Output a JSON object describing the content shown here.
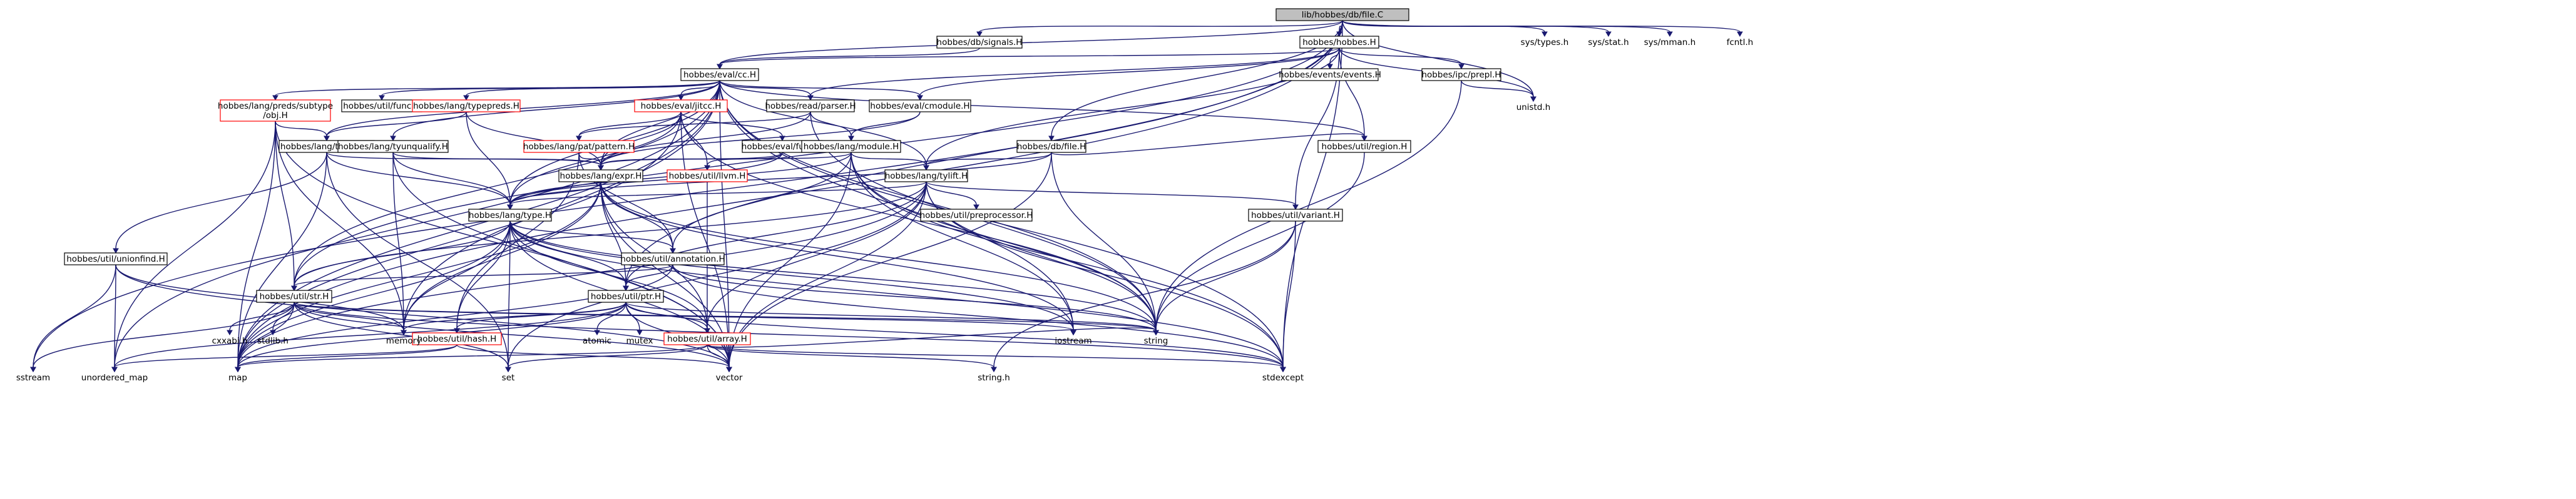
{
  "title": "lib/hobbes/db/file.C",
  "nodes": [
    {
      "id": "root",
      "label": "lib/hobbes/db/file.C",
      "style": "root"
    },
    {
      "id": "signals",
      "label": "hobbes/db/signals.H"
    },
    {
      "id": "hobbes",
      "label": "hobbes/hobbes.H"
    },
    {
      "id": "systypes",
      "label": "sys/types.h",
      "style": "plain"
    },
    {
      "id": "sysstat",
      "label": "sys/stat.h",
      "style": "plain"
    },
    {
      "id": "sysmman",
      "label": "sys/mman.h",
      "style": "plain"
    },
    {
      "id": "fcntl",
      "label": "fcntl.h",
      "style": "plain"
    },
    {
      "id": "evalcc",
      "label": "hobbes/eval/cc.H"
    },
    {
      "id": "eventsH",
      "label": "hobbes/events/events.H"
    },
    {
      "id": "ipcprepl",
      "label": "hobbes/ipc/prepl.H"
    },
    {
      "id": "unistd",
      "label": "unistd.h",
      "style": "plain"
    },
    {
      "id": "subtype",
      "label": "hobbes/lang/preds/subtype\n/obj.H",
      "style": "red"
    },
    {
      "id": "utilfunc",
      "label": "hobbes/util/func.H"
    },
    {
      "id": "typepreds",
      "label": "hobbes/lang/typepreds.H",
      "style": "red"
    },
    {
      "id": "jitcc",
      "label": "hobbes/eval/jitcc.H",
      "style": "red"
    },
    {
      "id": "readparser",
      "label": "hobbes/read/parser.H"
    },
    {
      "id": "cmodule",
      "label": "hobbes/eval/cmodule.H"
    },
    {
      "id": "typeinf",
      "label": "hobbes/lang/typeinf.H"
    },
    {
      "id": "tyunqualify",
      "label": "hobbes/lang/tyunqualify.H"
    },
    {
      "id": "patmatch",
      "label": "hobbes/lang/pat/pattern.H",
      "style": "red"
    },
    {
      "id": "evalfunc",
      "label": "hobbes/eval/func.H"
    },
    {
      "id": "langmodule",
      "label": "hobbes/lang/module.H"
    },
    {
      "id": "dbfile",
      "label": "hobbes/db/file.H"
    },
    {
      "id": "utilregion",
      "label": "hobbes/util/region.H"
    },
    {
      "id": "utilllvm",
      "label": "hobbes/util/llvm.H",
      "style": "red"
    },
    {
      "id": "langexpr",
      "label": "hobbes/lang/expr.H"
    },
    {
      "id": "tylift",
      "label": "hobbes/lang/tylift.H"
    },
    {
      "id": "langtype",
      "label": "hobbes/lang/type.H"
    },
    {
      "id": "preprocessor",
      "label": "hobbes/util/preprocessor.H"
    },
    {
      "id": "variant",
      "label": "hobbes/util/variant.H"
    },
    {
      "id": "unionfind",
      "label": "hobbes/util/unionfind.H"
    },
    {
      "id": "annotation",
      "label": "hobbes/util/annotation.H"
    },
    {
      "id": "utilstr",
      "label": "hobbes/util/str.H"
    },
    {
      "id": "utilptr",
      "label": "hobbes/util/ptr.H"
    },
    {
      "id": "cxxabi",
      "label": "cxxabi.h",
      "style": "plain"
    },
    {
      "id": "stdlib",
      "label": "stdlib.h",
      "style": "plain"
    },
    {
      "id": "atomic",
      "label": "atomic",
      "style": "plain"
    },
    {
      "id": "mutex",
      "label": "mutex",
      "style": "plain"
    },
    {
      "id": "utilhash",
      "label": "hobbes/util/hash.H",
      "style": "red"
    },
    {
      "id": "utilarray",
      "label": "hobbes/util/array.H",
      "style": "red"
    },
    {
      "id": "memory",
      "label": "memory",
      "style": "plain"
    },
    {
      "id": "iostream",
      "label": "iostream",
      "style": "plain"
    },
    {
      "id": "string",
      "label": "string",
      "style": "plain"
    },
    {
      "id": "sstream",
      "label": "sstream",
      "style": "plain"
    },
    {
      "id": "unordered_map",
      "label": "unordered_map",
      "style": "plain"
    },
    {
      "id": "map",
      "label": "map",
      "style": "plain"
    },
    {
      "id": "set",
      "label": "set",
      "style": "plain"
    },
    {
      "id": "vector",
      "label": "vector",
      "style": "plain"
    },
    {
      "id": "stringh",
      "label": "string.h",
      "style": "plain"
    },
    {
      "id": "stdexcept",
      "label": "stdexcept",
      "style": "plain"
    }
  ],
  "edges": [
    [
      "root",
      "signals"
    ],
    [
      "root",
      "hobbes"
    ],
    [
      "root",
      "systypes"
    ],
    [
      "root",
      "sysstat"
    ],
    [
      "root",
      "sysmman"
    ],
    [
      "root",
      "fcntl"
    ],
    [
      "root",
      "evalcc"
    ],
    [
      "root",
      "dbfile"
    ],
    [
      "root",
      "unistd"
    ],
    [
      "root",
      "stdexcept"
    ],
    [
      "root",
      "sstream"
    ],
    [
      "root",
      "utilstr"
    ],
    [
      "root",
      "utilptr"
    ],
    [
      "root",
      "map"
    ],
    [
      "signals",
      "evalcc"
    ],
    [
      "hobbes",
      "evalcc"
    ],
    [
      "hobbes",
      "eventsH"
    ],
    [
      "hobbes",
      "ipcprepl"
    ],
    [
      "hobbes",
      "readparser"
    ],
    [
      "hobbes",
      "cmodule"
    ],
    [
      "hobbes",
      "utilregion"
    ],
    [
      "hobbes",
      "tylift"
    ],
    [
      "hobbes",
      "variant"
    ],
    [
      "hobbes",
      "unistd"
    ],
    [
      "ipcprepl",
      "unistd"
    ],
    [
      "ipcprepl",
      "string"
    ],
    [
      "evalcc",
      "subtype"
    ],
    [
      "evalcc",
      "utilfunc"
    ],
    [
      "evalcc",
      "typepreds"
    ],
    [
      "evalcc",
      "jitcc"
    ],
    [
      "evalcc",
      "readparser"
    ],
    [
      "evalcc",
      "cmodule"
    ],
    [
      "evalcc",
      "typeinf"
    ],
    [
      "evalcc",
      "tyunqualify"
    ],
    [
      "evalcc",
      "langexpr"
    ],
    [
      "evalcc",
      "langtype"
    ],
    [
      "evalcc",
      "tylift"
    ],
    [
      "evalcc",
      "utilstr"
    ],
    [
      "evalcc",
      "utilregion"
    ],
    [
      "evalcc",
      "string"
    ],
    [
      "evalcc",
      "iostream"
    ],
    [
      "evalcc",
      "vector"
    ],
    [
      "evalcc",
      "stdexcept"
    ],
    [
      "evalcc",
      "map"
    ],
    [
      "evalcc",
      "unordered_map"
    ],
    [
      "evalcc",
      "memory"
    ],
    [
      "subtype",
      "typeinf"
    ],
    [
      "subtype",
      "utilstr"
    ],
    [
      "subtype",
      "map"
    ],
    [
      "subtype",
      "vector"
    ],
    [
      "subtype",
      "memory"
    ],
    [
      "subtype",
      "unordered_map"
    ],
    [
      "typepreds",
      "langtype"
    ],
    [
      "typepreds",
      "langexpr"
    ],
    [
      "typepreds",
      "typeinf"
    ],
    [
      "jitcc",
      "evalfunc"
    ],
    [
      "jitcc",
      "langexpr"
    ],
    [
      "jitcc",
      "langtype"
    ],
    [
      "jitcc",
      "utilllvm"
    ],
    [
      "jitcc",
      "string"
    ],
    [
      "jitcc",
      "map"
    ],
    [
      "jitcc",
      "vector"
    ],
    [
      "jitcc",
      "patmatch"
    ],
    [
      "readparser",
      "langmodule"
    ],
    [
      "readparser",
      "langexpr"
    ],
    [
      "readparser",
      "patmatch"
    ],
    [
      "readparser",
      "string"
    ],
    [
      "cmodule",
      "langmodule"
    ],
    [
      "cmodule",
      "langexpr"
    ],
    [
      "typeinf",
      "langexpr"
    ],
    [
      "typeinf",
      "langtype"
    ],
    [
      "typeinf",
      "unionfind"
    ],
    [
      "typeinf",
      "set"
    ],
    [
      "typeinf",
      "map"
    ],
    [
      "tyunqualify",
      "langexpr"
    ],
    [
      "tyunqualify",
      "langtype"
    ],
    [
      "tyunqualify",
      "memory"
    ],
    [
      "tyunqualify",
      "vector"
    ],
    [
      "patmatch",
      "langexpr"
    ],
    [
      "patmatch",
      "annotation"
    ],
    [
      "patmatch",
      "utilhash"
    ],
    [
      "evalfunc",
      "langexpr"
    ],
    [
      "evalfunc",
      "langtype"
    ],
    [
      "evalfunc",
      "utilllvm"
    ],
    [
      "langmodule",
      "langexpr"
    ],
    [
      "langmodule",
      "langtype"
    ],
    [
      "langmodule",
      "tylift"
    ],
    [
      "langmodule",
      "annotation"
    ],
    [
      "langmodule",
      "string"
    ],
    [
      "langmodule",
      "iostream"
    ],
    [
      "langmodule",
      "vector"
    ],
    [
      "langmodule",
      "stdexcept"
    ],
    [
      "dbfile",
      "langtype"
    ],
    [
      "dbfile",
      "tylift"
    ],
    [
      "dbfile",
      "utilregion"
    ],
    [
      "dbfile",
      "string"
    ],
    [
      "dbfile",
      "vector"
    ],
    [
      "utilregion",
      "string"
    ],
    [
      "utilllvm",
      "utilarray"
    ],
    [
      "langexpr",
      "langtype"
    ],
    [
      "langexpr",
      "annotation"
    ],
    [
      "langexpr",
      "utilptr"
    ],
    [
      "langexpr",
      "utilarray"
    ],
    [
      "langexpr",
      "memory"
    ],
    [
      "langexpr",
      "string"
    ],
    [
      "langexpr",
      "vector"
    ],
    [
      "langexpr",
      "map"
    ],
    [
      "langexpr",
      "iostream"
    ],
    [
      "tylift",
      "langtype"
    ],
    [
      "tylift",
      "preprocessor"
    ],
    [
      "tylift",
      "variant"
    ],
    [
      "tylift",
      "utilstr"
    ],
    [
      "tylift",
      "utilptr"
    ],
    [
      "tylift",
      "utilarray"
    ],
    [
      "tylift",
      "string"
    ],
    [
      "tylift",
      "vector"
    ],
    [
      "tylift",
      "stdexcept"
    ],
    [
      "tylift",
      "map"
    ],
    [
      "tylift",
      "set"
    ],
    [
      "langtype",
      "annotation"
    ],
    [
      "langtype",
      "utilstr"
    ],
    [
      "langtype",
      "utilptr"
    ],
    [
      "langtype",
      "utilhash"
    ],
    [
      "langtype",
      "utilarray"
    ],
    [
      "langtype",
      "memory"
    ],
    [
      "langtype",
      "string"
    ],
    [
      "langtype",
      "map"
    ],
    [
      "langtype",
      "set"
    ],
    [
      "langtype",
      "vector"
    ],
    [
      "langtype",
      "iostream"
    ],
    [
      "langtype",
      "stdexcept"
    ],
    [
      "variant",
      "string"
    ],
    [
      "variant",
      "stringh"
    ],
    [
      "variant",
      "stdexcept"
    ],
    [
      "unionfind",
      "sstream"
    ],
    [
      "unionfind",
      "unordered_map"
    ],
    [
      "unionfind",
      "memory"
    ],
    [
      "unionfind",
      "vector"
    ],
    [
      "annotation",
      "utilstr"
    ],
    [
      "annotation",
      "utilptr"
    ],
    [
      "annotation",
      "string"
    ],
    [
      "annotation",
      "stdexcept"
    ],
    [
      "annotation",
      "map"
    ],
    [
      "utilstr",
      "cxxabi"
    ],
    [
      "utilstr",
      "stdlib"
    ],
    [
      "utilstr",
      "memory"
    ],
    [
      "utilstr",
      "string"
    ],
    [
      "utilstr",
      "sstream"
    ],
    [
      "utilstr",
      "map"
    ],
    [
      "utilstr",
      "set"
    ],
    [
      "utilstr",
      "vector"
    ],
    [
      "utilstr",
      "iostream"
    ],
    [
      "utilstr",
      "stdexcept"
    ],
    [
      "utilptr",
      "atomic"
    ],
    [
      "utilptr",
      "mutex"
    ],
    [
      "utilptr",
      "memory"
    ],
    [
      "utilptr",
      "utilhash"
    ],
    [
      "utilptr",
      "utilarray"
    ],
    [
      "utilptr",
      "unordered_map"
    ],
    [
      "utilptr",
      "map"
    ],
    [
      "utilptr",
      "vector"
    ],
    [
      "utilptr",
      "string"
    ],
    [
      "utilptr",
      "stdexcept"
    ],
    [
      "utilhash",
      "unordered_map"
    ],
    [
      "utilhash",
      "map"
    ],
    [
      "utilhash",
      "vector"
    ],
    [
      "utilarray",
      "string"
    ],
    [
      "utilarray",
      "stringh"
    ],
    [
      "utilarray",
      "stdexcept"
    ],
    [
      "utilarray",
      "vector"
    ],
    [
      "utilarray",
      "map"
    ],
    [
      "utilarray",
      "set"
    ]
  ]
}
